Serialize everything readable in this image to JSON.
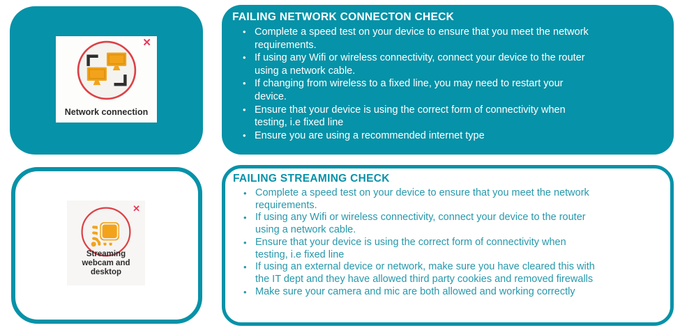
{
  "ui": {
    "bullet_marker": "•",
    "fail_mark": "✕"
  },
  "colors": {
    "teal": "#0692A8",
    "red_x": "#E8395A",
    "ring_red": "#DC4146",
    "orange": "#F2A31B",
    "card_gray": "#F4F3F0",
    "bracket_dark": "#2E2E2E"
  },
  "network_section": {
    "card": {
      "label": "Network connection"
    },
    "panel": {
      "heading": "FAILING NETWORK CONNECTON CHECK",
      "bullets": [
        "Complete a speed test on your device to ensure that you meet the network\nrequirements.",
        "If using any Wifi or wireless connectivity, connect your device to the router\nusing a network cable.",
        "If changing from wireless to a fixed line, you may need to restart your\ndevice.",
        "Ensure that your device is using the correct form of connectivity when\ntesting, i.e fixed line",
        "Ensure you are using a recommended internet type"
      ]
    }
  },
  "streaming_section": {
    "card": {
      "label": "Streaming webcam and desktop"
    },
    "panel": {
      "heading": "FAILING STREAMING CHECK",
      "bullets": [
        "Complete a speed test on your device to ensure that you meet the network\nrequirements.",
        "If using any Wifi or wireless connectivity, connect your device to the router\nusing a network cable.",
        "Ensure that your device is using the correct form of connectivity when\ntesting, i.e fixed line",
        "If using an external device or network, make sure you have cleared this with\nthe IT dept and they have allowed third party cookies and removed firewalls",
        "Make sure your camera and mic are both allowed and working correctly"
      ]
    }
  }
}
